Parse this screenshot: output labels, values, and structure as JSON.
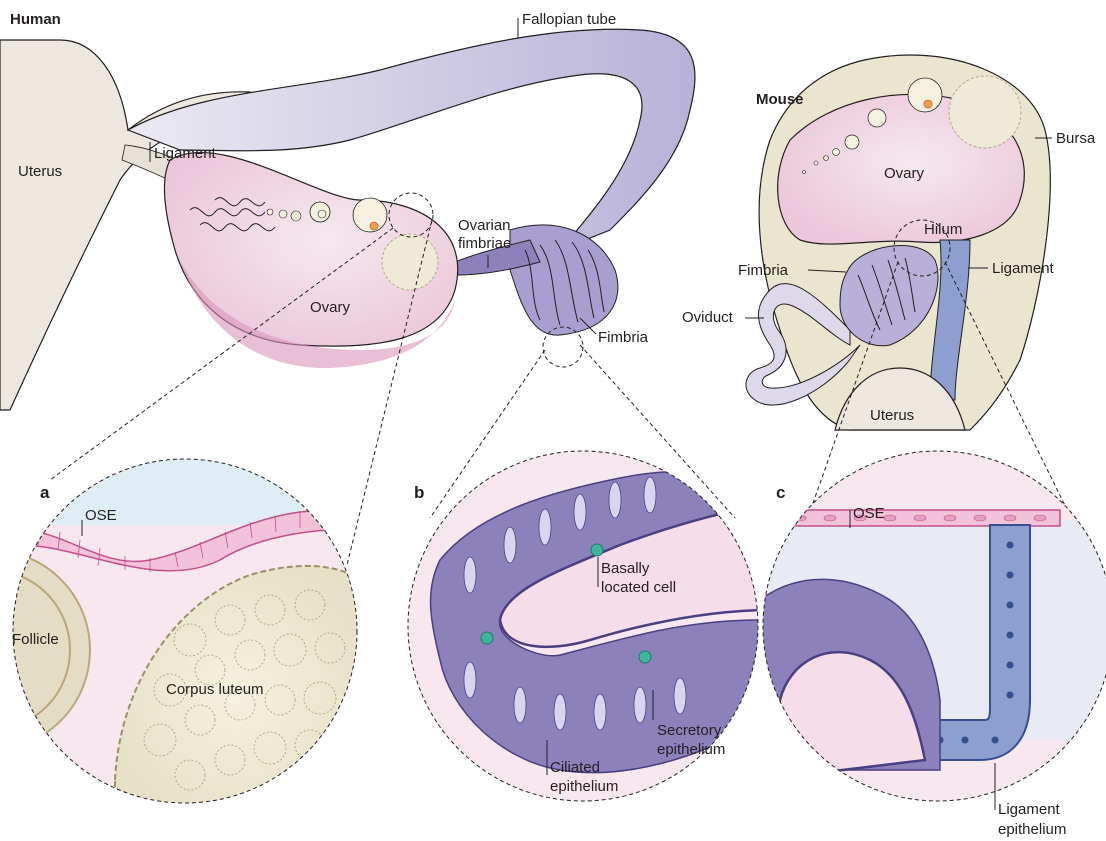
{
  "human": {
    "title": "Human",
    "fallopian_tube": "Fallopian tube",
    "uterus": "Uterus",
    "ligament": "Ligament",
    "ovarian_fimbriae_line1": "Ovarian",
    "ovarian_fimbriae_line2": "fimbriae",
    "ovary": "Ovary",
    "fimbria": "Fimbria"
  },
  "mouse": {
    "title": "Mouse",
    "bursa": "Bursa",
    "ovary": "Ovary",
    "hilum": "Hilum",
    "fimbria": "Fimbria",
    "ligament": "Ligament",
    "oviduct": "Oviduct",
    "uterus": "Uterus"
  },
  "panel_a": {
    "letter": "a",
    "ose": "OSE",
    "follicle": "Follicle",
    "corpus_luteum": "Corpus luteum"
  },
  "panel_b": {
    "letter": "b",
    "basally_line1": "Basally",
    "basally_line2": "located cell",
    "ciliated_line1": "Ciliated",
    "ciliated_line2": "epithelium",
    "secretory_line1": "Secretory",
    "secretory_line2": "epithelium"
  },
  "panel_c": {
    "letter": "c",
    "ose": "OSE",
    "ligament_epi_line1": "Ligament",
    "ligament_epi_line2": "epithelium"
  },
  "colors": {
    "uterus_fill": "#ece8e0",
    "tube_fill": "#cdc8e2",
    "ovary_fill": "#f1dbe5",
    "ovary_edge": "#d88aaf",
    "bursa_fill": "#eae5cf",
    "follicle_fill": "#e4dcc4",
    "ciliated_purple": "#8d81bb",
    "ose_pink": "#e1a0c2",
    "ligament_blue": "#8d9ed0",
    "basal_cell_green": "#3fb59c"
  }
}
